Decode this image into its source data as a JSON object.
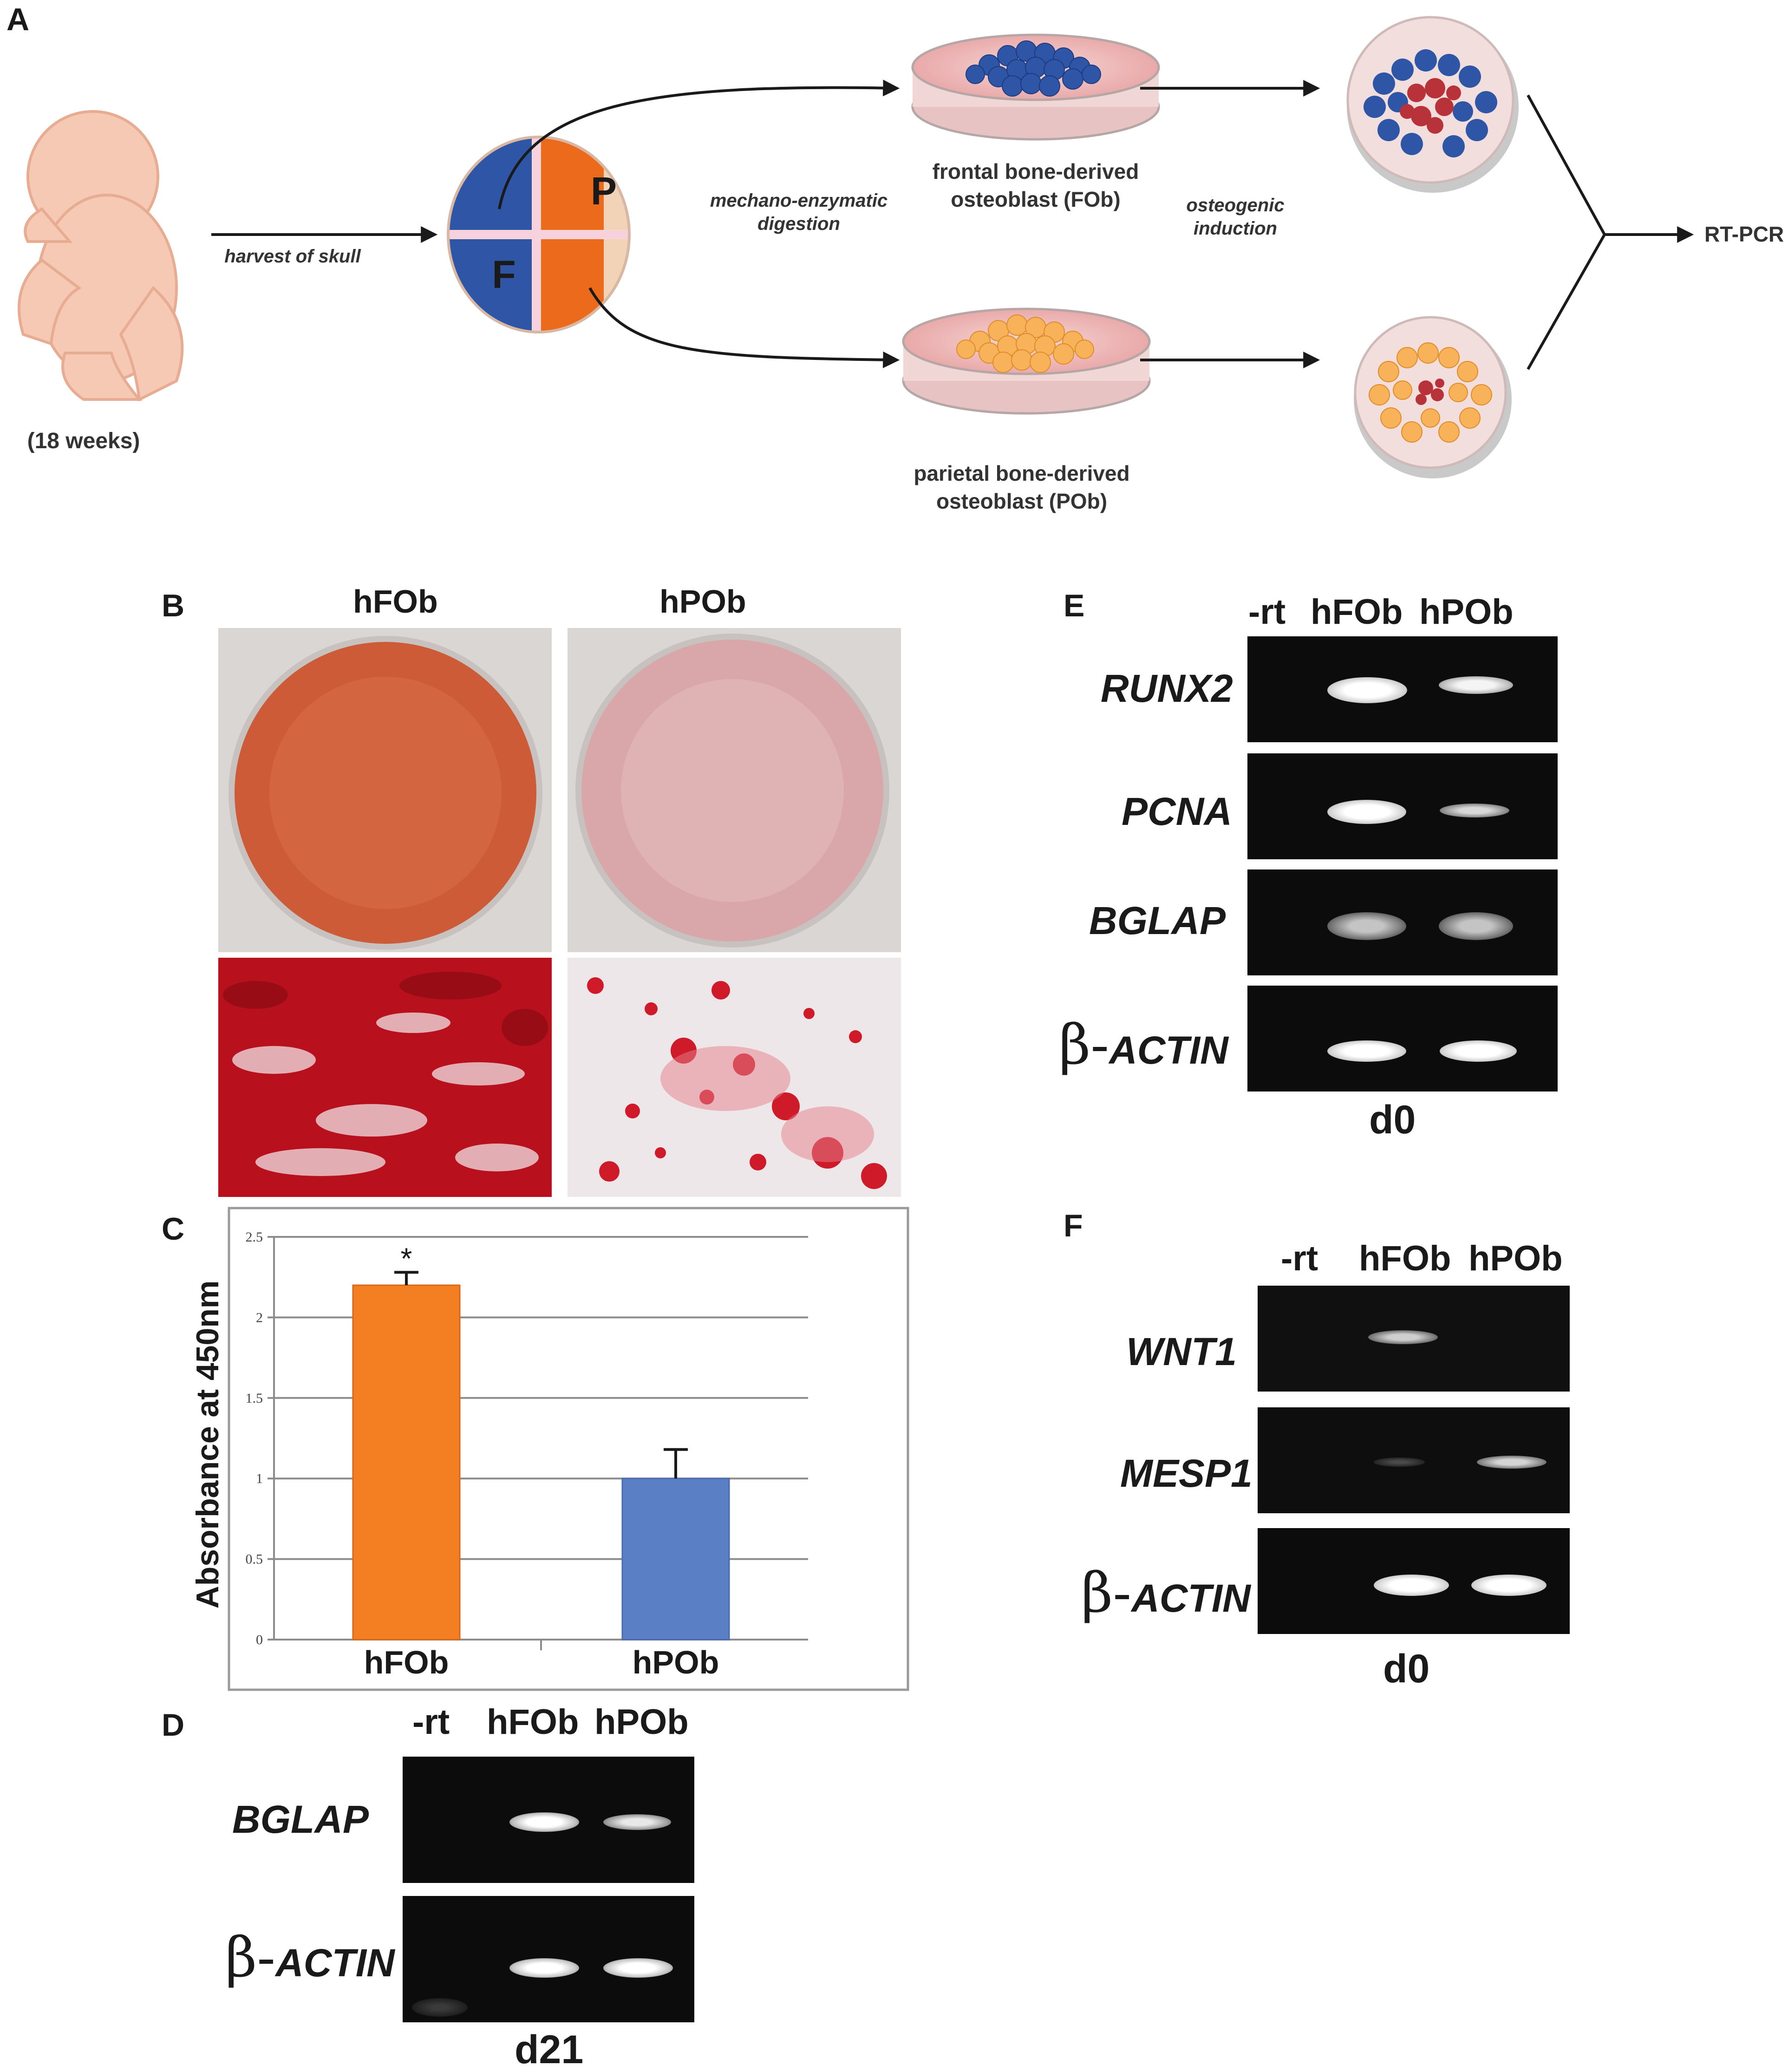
{
  "panel_labels": {
    "a": "A",
    "b": "B",
    "c": "C",
    "d": "D",
    "e": "E",
    "f": "F"
  },
  "panel_a": {
    "fetus_age": "(18 weeks)",
    "harvest": "harvest of skull",
    "skull_frontal": "F",
    "skull_parietal": "P",
    "digestion_line1": "mechano-enzymatic",
    "digestion_line2": "digestion",
    "fob_line1": "frontal bone-derived",
    "fob_line2": "osteoblast (FOb)",
    "pob_line1": "parietal bone-derived",
    "pob_line2": "osteoblast (POb)",
    "induction_line1": "osteogenic",
    "induction_line2": "induction",
    "rtpcr": "RT-PCR"
  },
  "panel_b": {
    "col1": "hFOb",
    "col2": "hPOb"
  },
  "chart_data": {
    "type": "bar",
    "categories": [
      "hFOb",
      "hPOb"
    ],
    "values": [
      2.2,
      1.0
    ],
    "errors": [
      0.08,
      0.18
    ],
    "ylabel": "Absorbance at 450nm",
    "ylim": [
      0,
      2.5
    ],
    "yticks": [
      "0",
      "0.5",
      "1",
      "1.5",
      "2",
      "2.5"
    ],
    "colors": [
      "#f47f22",
      "#5a7fc4"
    ],
    "significance": [
      "*",
      ""
    ],
    "grid": true
  },
  "panel_d": {
    "lanes": [
      "-rt",
      "hFOb",
      "hPOb"
    ],
    "genes": [
      "BGLAP",
      "ACTIN"
    ],
    "beta": "β-",
    "day": "d21"
  },
  "panel_e": {
    "lanes": [
      "-rt",
      "hFOb",
      "hPOb"
    ],
    "genes": [
      "RUNX2",
      "PCNA",
      "BGLAP",
      "ACTIN"
    ],
    "beta": "β-",
    "day": "d0"
  },
  "panel_f": {
    "lanes": [
      "-rt",
      "hFOb",
      "hPOb"
    ],
    "genes": [
      "WNT1",
      "MESP1",
      "ACTIN"
    ],
    "beta": "β-",
    "day": "d0"
  }
}
